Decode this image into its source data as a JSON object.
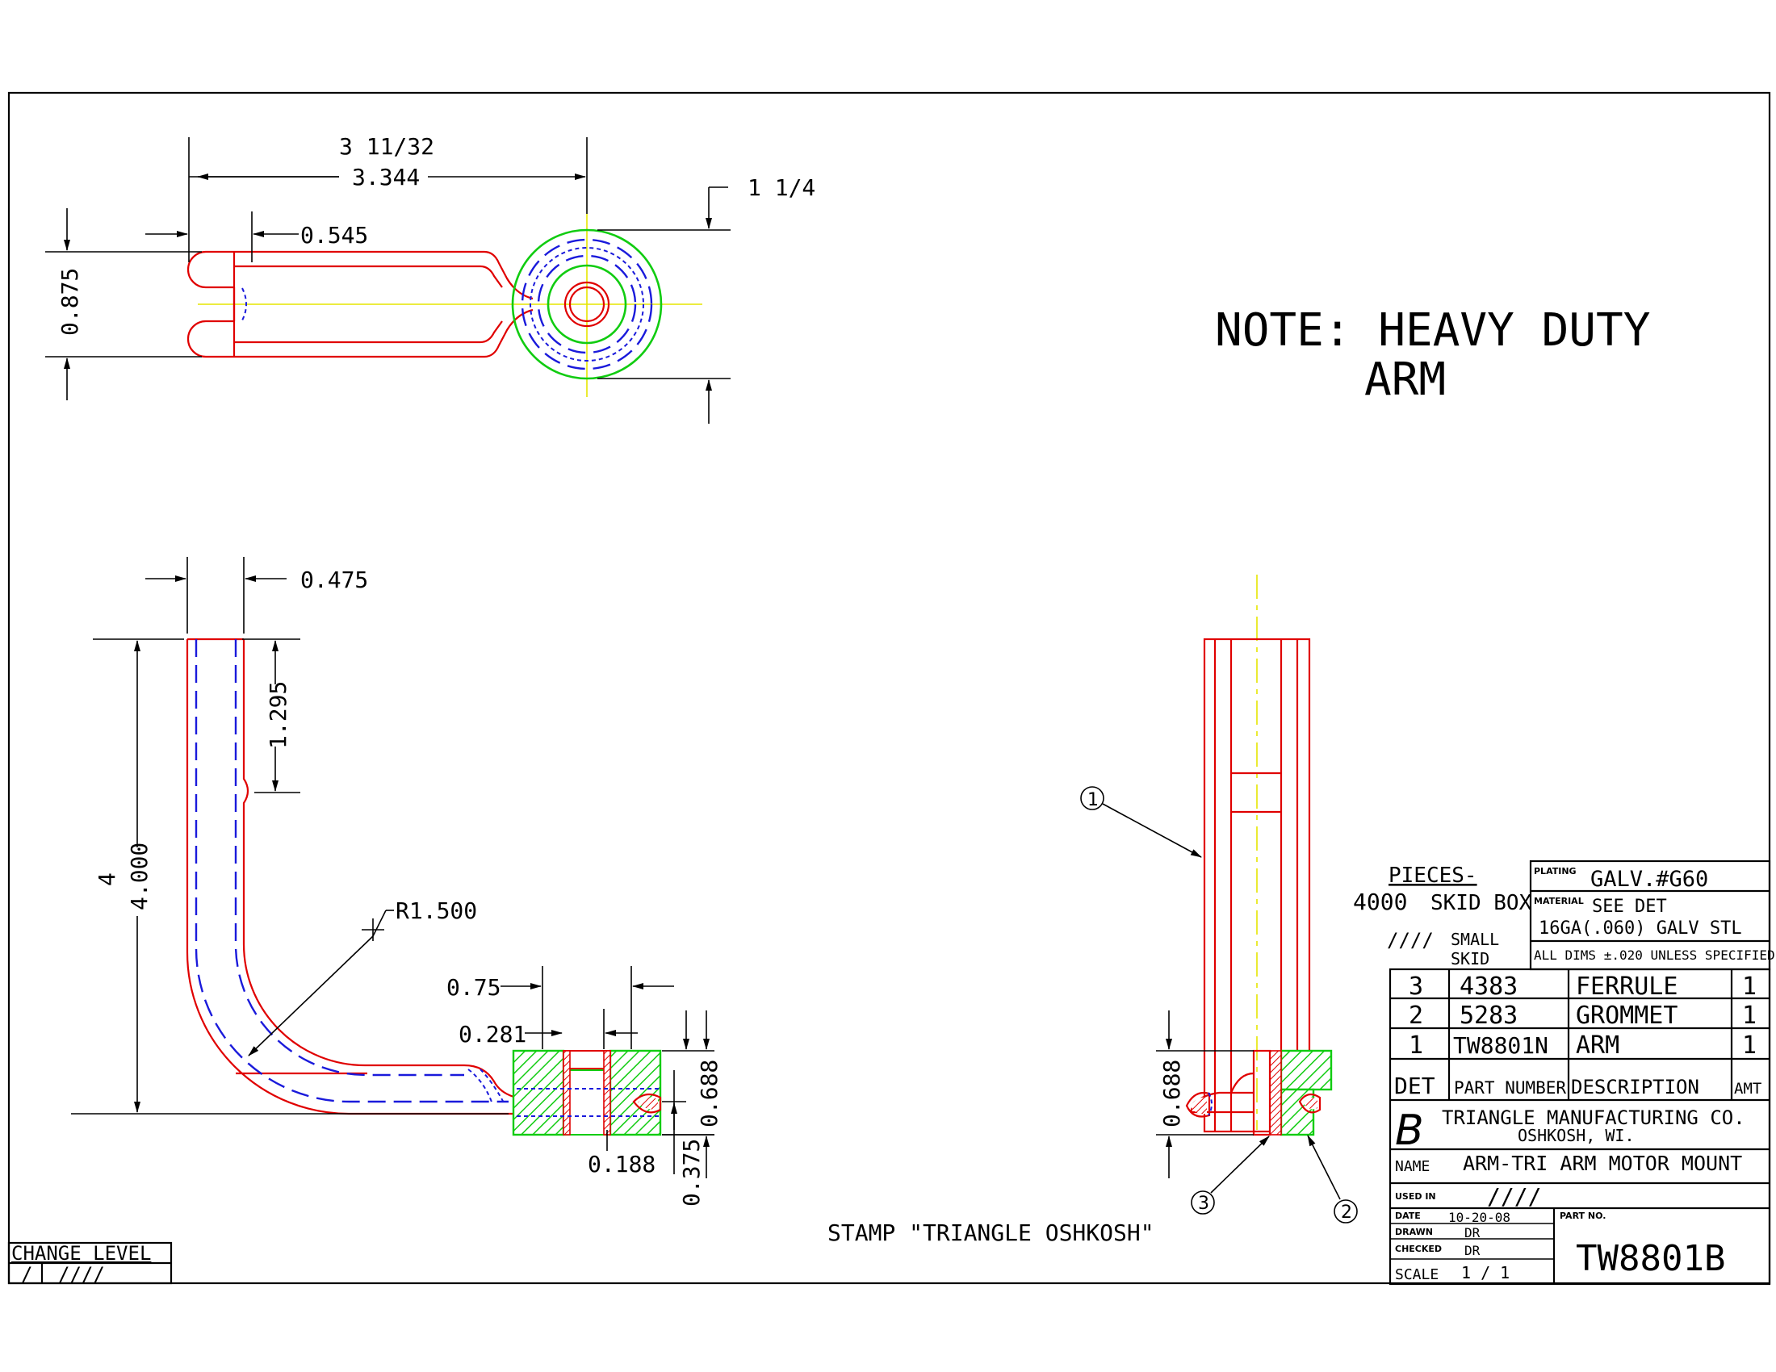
{
  "colors": {
    "outline": "#e00000",
    "hidden": "#1a1adb",
    "section": "#11cc11",
    "center": "#e6e600",
    "dims": "#000000"
  },
  "top_view": {
    "dim_length_frac": "3 11/32",
    "dim_length_dec": "3.344",
    "dim_slot": "0.545",
    "dim_height": "0.875",
    "dim_diameter": "1 1/4"
  },
  "note": {
    "line1": "NOTE: HEAVY DUTY",
    "line2": "ARM"
  },
  "side_view": {
    "dim_width": "0.475",
    "dim_hole": "1.295",
    "dim_height_frac": "4",
    "dim_height_dec": "4.000",
    "dim_radius": "R1.500",
    "dim_ferrule": "0.75",
    "dim_grommet": "0.281",
    "dim_right": "0.688",
    "dim_bottom": "0.188",
    "dim_lower": "0.375"
  },
  "end_view": {
    "dim_height": "0.688",
    "balloons": [
      "1",
      "3",
      "2"
    ]
  },
  "stamp": "STAMP \"TRIANGLE OSHKOSH\"",
  "change_level": {
    "label": "CHANGE LEVEL",
    "col1": "/",
    "col2": "////"
  },
  "title_block": {
    "pieces_label": "PIECES-",
    "pieces_qty": "4000",
    "pieces_unit": "SKID BOX",
    "small_qty": "////",
    "small_unit_1": "SMALL",
    "small_unit_2": "SKID",
    "plating_label": "PLATING",
    "plating_value": "GALV.#G60",
    "material_label": "MATERIAL",
    "material_value_1": "SEE DET",
    "material_value_2": "16GA(.060) GALV STL",
    "tolerance": "ALL DIMS ±.020 UNLESS SPECIFIED",
    "bom": [
      {
        "det": "3",
        "part": "4383",
        "desc": "FERRULE",
        "amt": "1"
      },
      {
        "det": "2",
        "part": "5283",
        "desc": "GROMMET",
        "amt": "1"
      },
      {
        "det": "1",
        "part": "TW8801N",
        "desc": "ARM",
        "amt": "1"
      }
    ],
    "bom_headers": {
      "det": "DET",
      "part": "PART NUMBER",
      "desc": "DESCRIPTION",
      "amt": "AMT"
    },
    "company_logo": "B",
    "company_1": "TRIANGLE MANUFACTURING CO.",
    "company_2": "OSHKOSH, WI.",
    "name_label": "NAME",
    "name_value": "ARM-TRI ARM MOTOR MOUNT",
    "used_in_label": "USED IN",
    "used_in_value": "////",
    "date_label": "DATE",
    "date_value": "10-20-08",
    "drawn_label": "DRAWN",
    "drawn_value": "DR",
    "checked_label": "CHECKED",
    "checked_value": "DR",
    "scale_label": "SCALE",
    "scale_value": "1 / 1",
    "partno_label": "PART NO.",
    "partno_value": "TW8801B"
  }
}
